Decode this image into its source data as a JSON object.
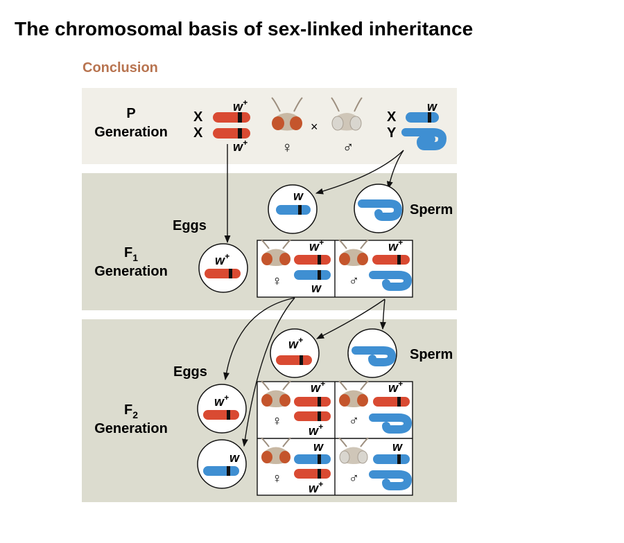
{
  "title": "The chromosomal basis of sex-linked inheritance",
  "section": "Conclusion",
  "labels": {
    "p_line1": "P",
    "p_line2": "Generation",
    "f1_line1": "F",
    "f1_sub": "1",
    "f1_line2": "Generation",
    "f2_line1": "F",
    "f2_sub": "2",
    "f2_line2": "Generation",
    "eggs": "Eggs",
    "sperm": "Sperm"
  },
  "chromosomes": {
    "x": "X",
    "y": "Y",
    "allele_wild": "w",
    "allele_wild_sup": "+",
    "allele_mutant": "w"
  },
  "symbols": {
    "female": "♀",
    "male": "♂",
    "cross": "×"
  },
  "colors": {
    "accent_label": "#b87450",
    "band_p": "#f1efe8",
    "band_f": "#dcdccf",
    "wild_type_x": "#d94a32",
    "mutant_x": "#3f8fd2",
    "red_eye": "#c4552c",
    "white_eye": "#d9d6cf"
  },
  "icons": [
    "fly-red-eyed-icon",
    "fly-white-eyed-icon",
    "female-symbol",
    "male-symbol",
    "arrow-icon"
  ]
}
